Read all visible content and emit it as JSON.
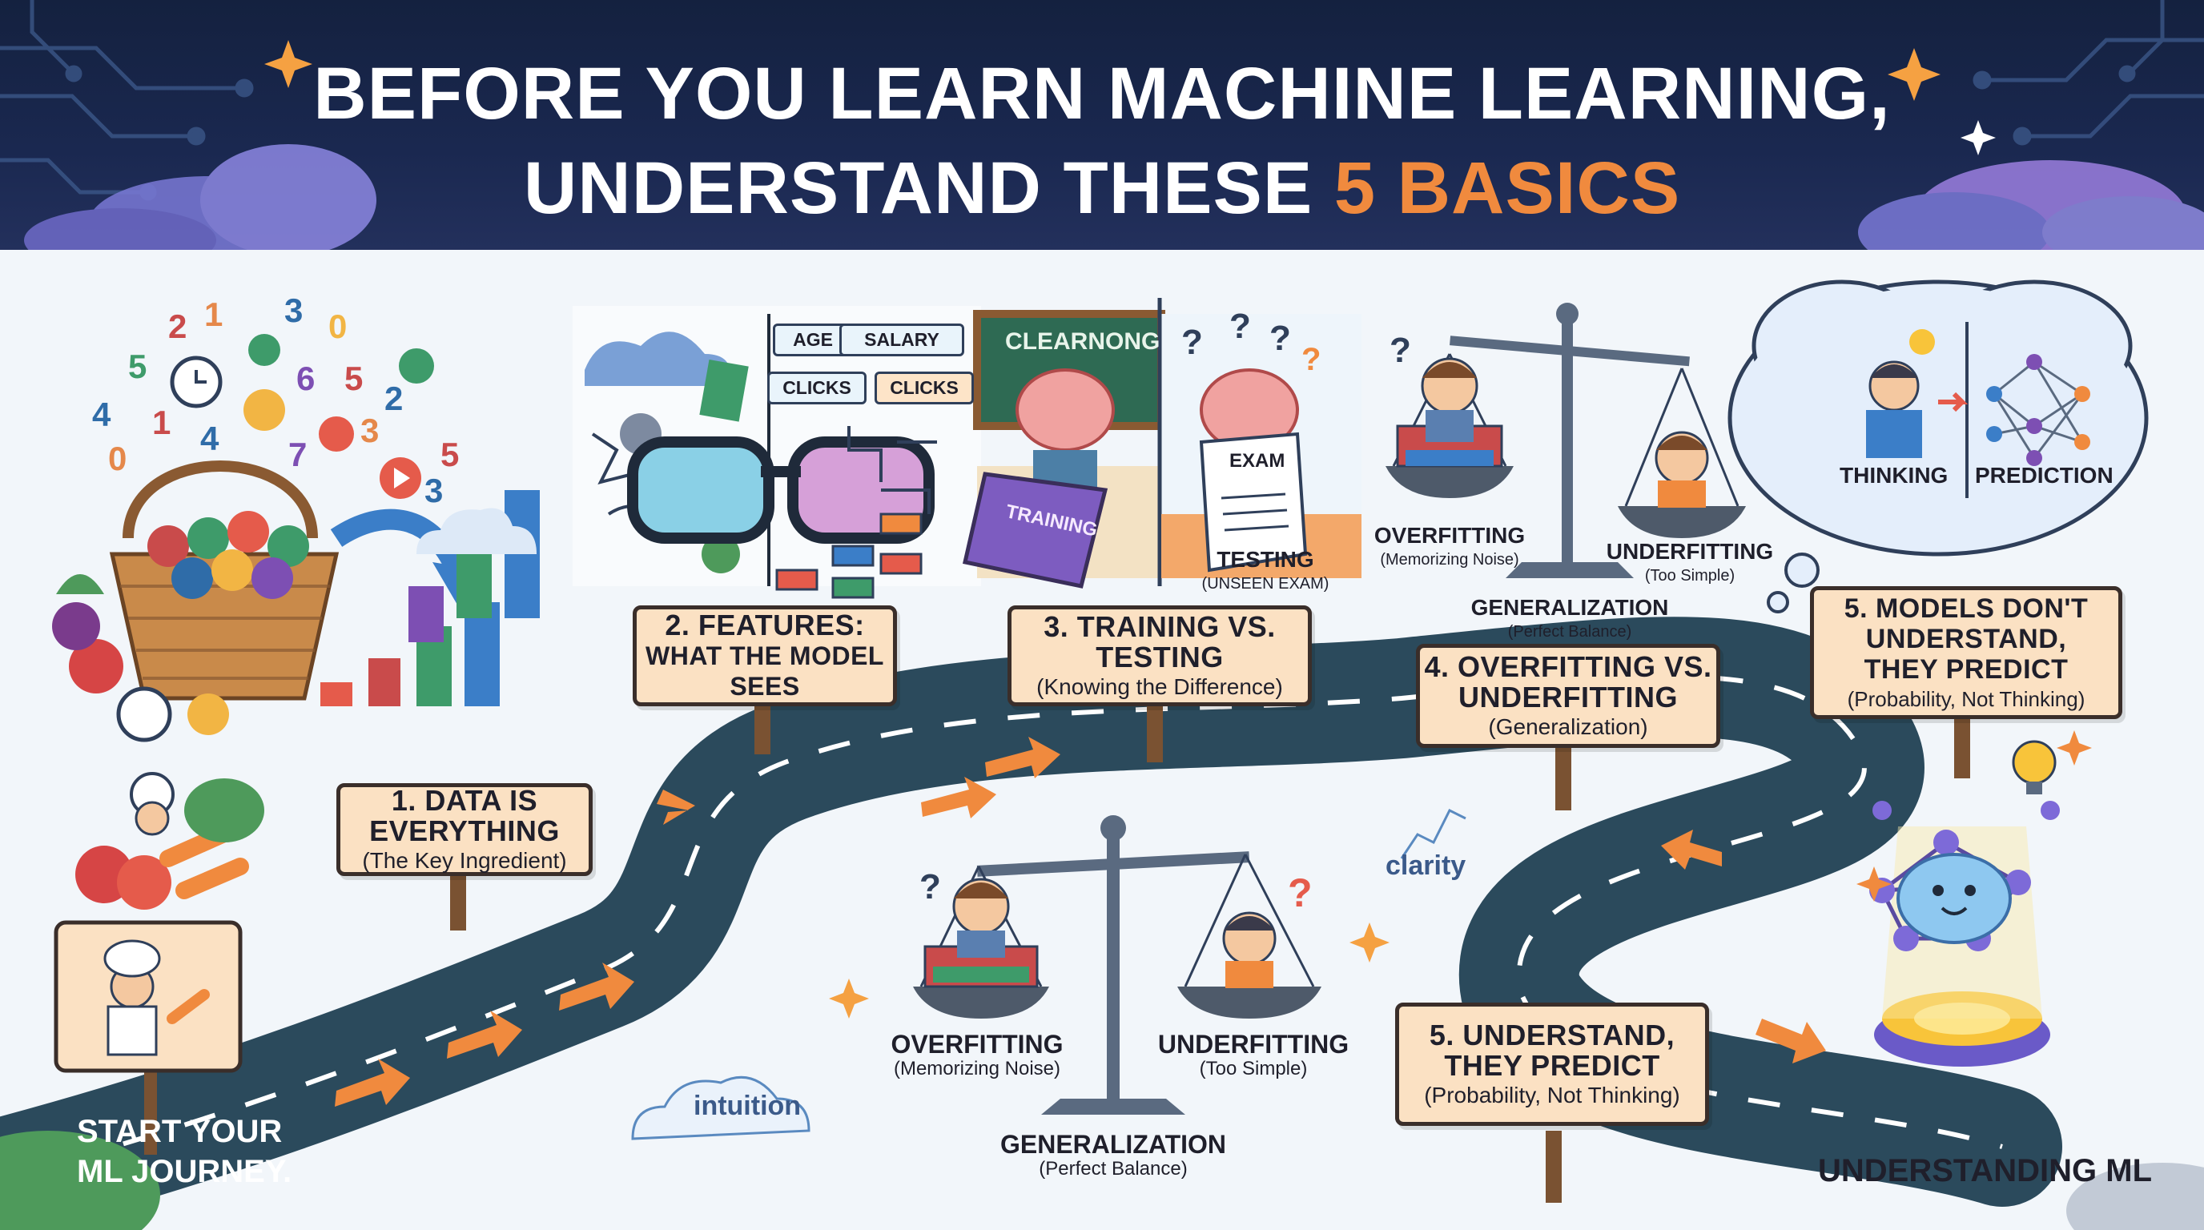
{
  "header": {
    "title_line1": "BEFORE YOU LEARN MACHINE LEARNING,",
    "title_line2_prefix": "UNDERSTAND THESE ",
    "title_line2_accent": "5 BASICS"
  },
  "signs": {
    "data": {
      "main_line1": "1. DATA IS",
      "main_line2": "EVERYTHING",
      "sub": "(The Key Ingredient)"
    },
    "features": {
      "main_line1": "2. FEATURES:",
      "main_line2": "WHAT THE MODEL",
      "main_line3": "SEES"
    },
    "training": {
      "main_line1": "3. TRAINING VS.",
      "main_line2": "TESTING",
      "sub": "(Knowing the Difference)"
    },
    "overfitting": {
      "main_line1": "4. OVERFITTING VS.",
      "main_line2": "UNDERFITTING",
      "sub": "(Generalization)"
    },
    "models": {
      "main_line1": "5. MODELS DON'T",
      "main_line2": "UNDERSTAND,",
      "main_line3": "THEY PREDICT",
      "sub": "(Probability, Not Thinking)"
    },
    "understand": {
      "main_line1": "5. UNDERSTAND,",
      "main_line2": "THEY PREDICT",
      "sub": "(Probability, Not Thinking)"
    }
  },
  "feature_tags": [
    "AGE",
    "SALARY",
    "CLICKS",
    "CLICKS"
  ],
  "chalkboard_text": "CLEARNONG",
  "training_book": "TRAINING",
  "exam_paper": "EXAM",
  "testing_label": {
    "main": "TESTING",
    "sub": "(UNSEEN EXAM)"
  },
  "scale_top": {
    "over_main": "OVERFITTING",
    "over_sub": "(Memorizing Noise)",
    "under_main": "UNDERFITTING",
    "under_sub": "(Too Simple)",
    "gen_main": "GENERALIZATION",
    "gen_sub": "(Perfect Balance)"
  },
  "scale_bottom": {
    "over_main": "OVERFITTING",
    "over_sub": "(Memorizing Noise)",
    "under_main": "UNDERFITTING",
    "under_sub": "(Too Simple)",
    "gen_main": "GENERALIZATION",
    "gen_sub": "(Perfect Balance)"
  },
  "thought_bubble": {
    "left": "THINKING",
    "right": "PREDICTION"
  },
  "road_words": {
    "clarity": "clarity",
    "intuition": "intuition"
  },
  "start": {
    "line1": "START YOUR",
    "line2": "ML JOURNEY."
  },
  "finish": "UNDERSTANDING ML",
  "colors": {
    "header_bg": "#14213f",
    "accent": "#f08a3e",
    "road": "#2b4a5c",
    "sign_bg": "#fbe1c3",
    "sign_border": "#3a2e2a"
  }
}
